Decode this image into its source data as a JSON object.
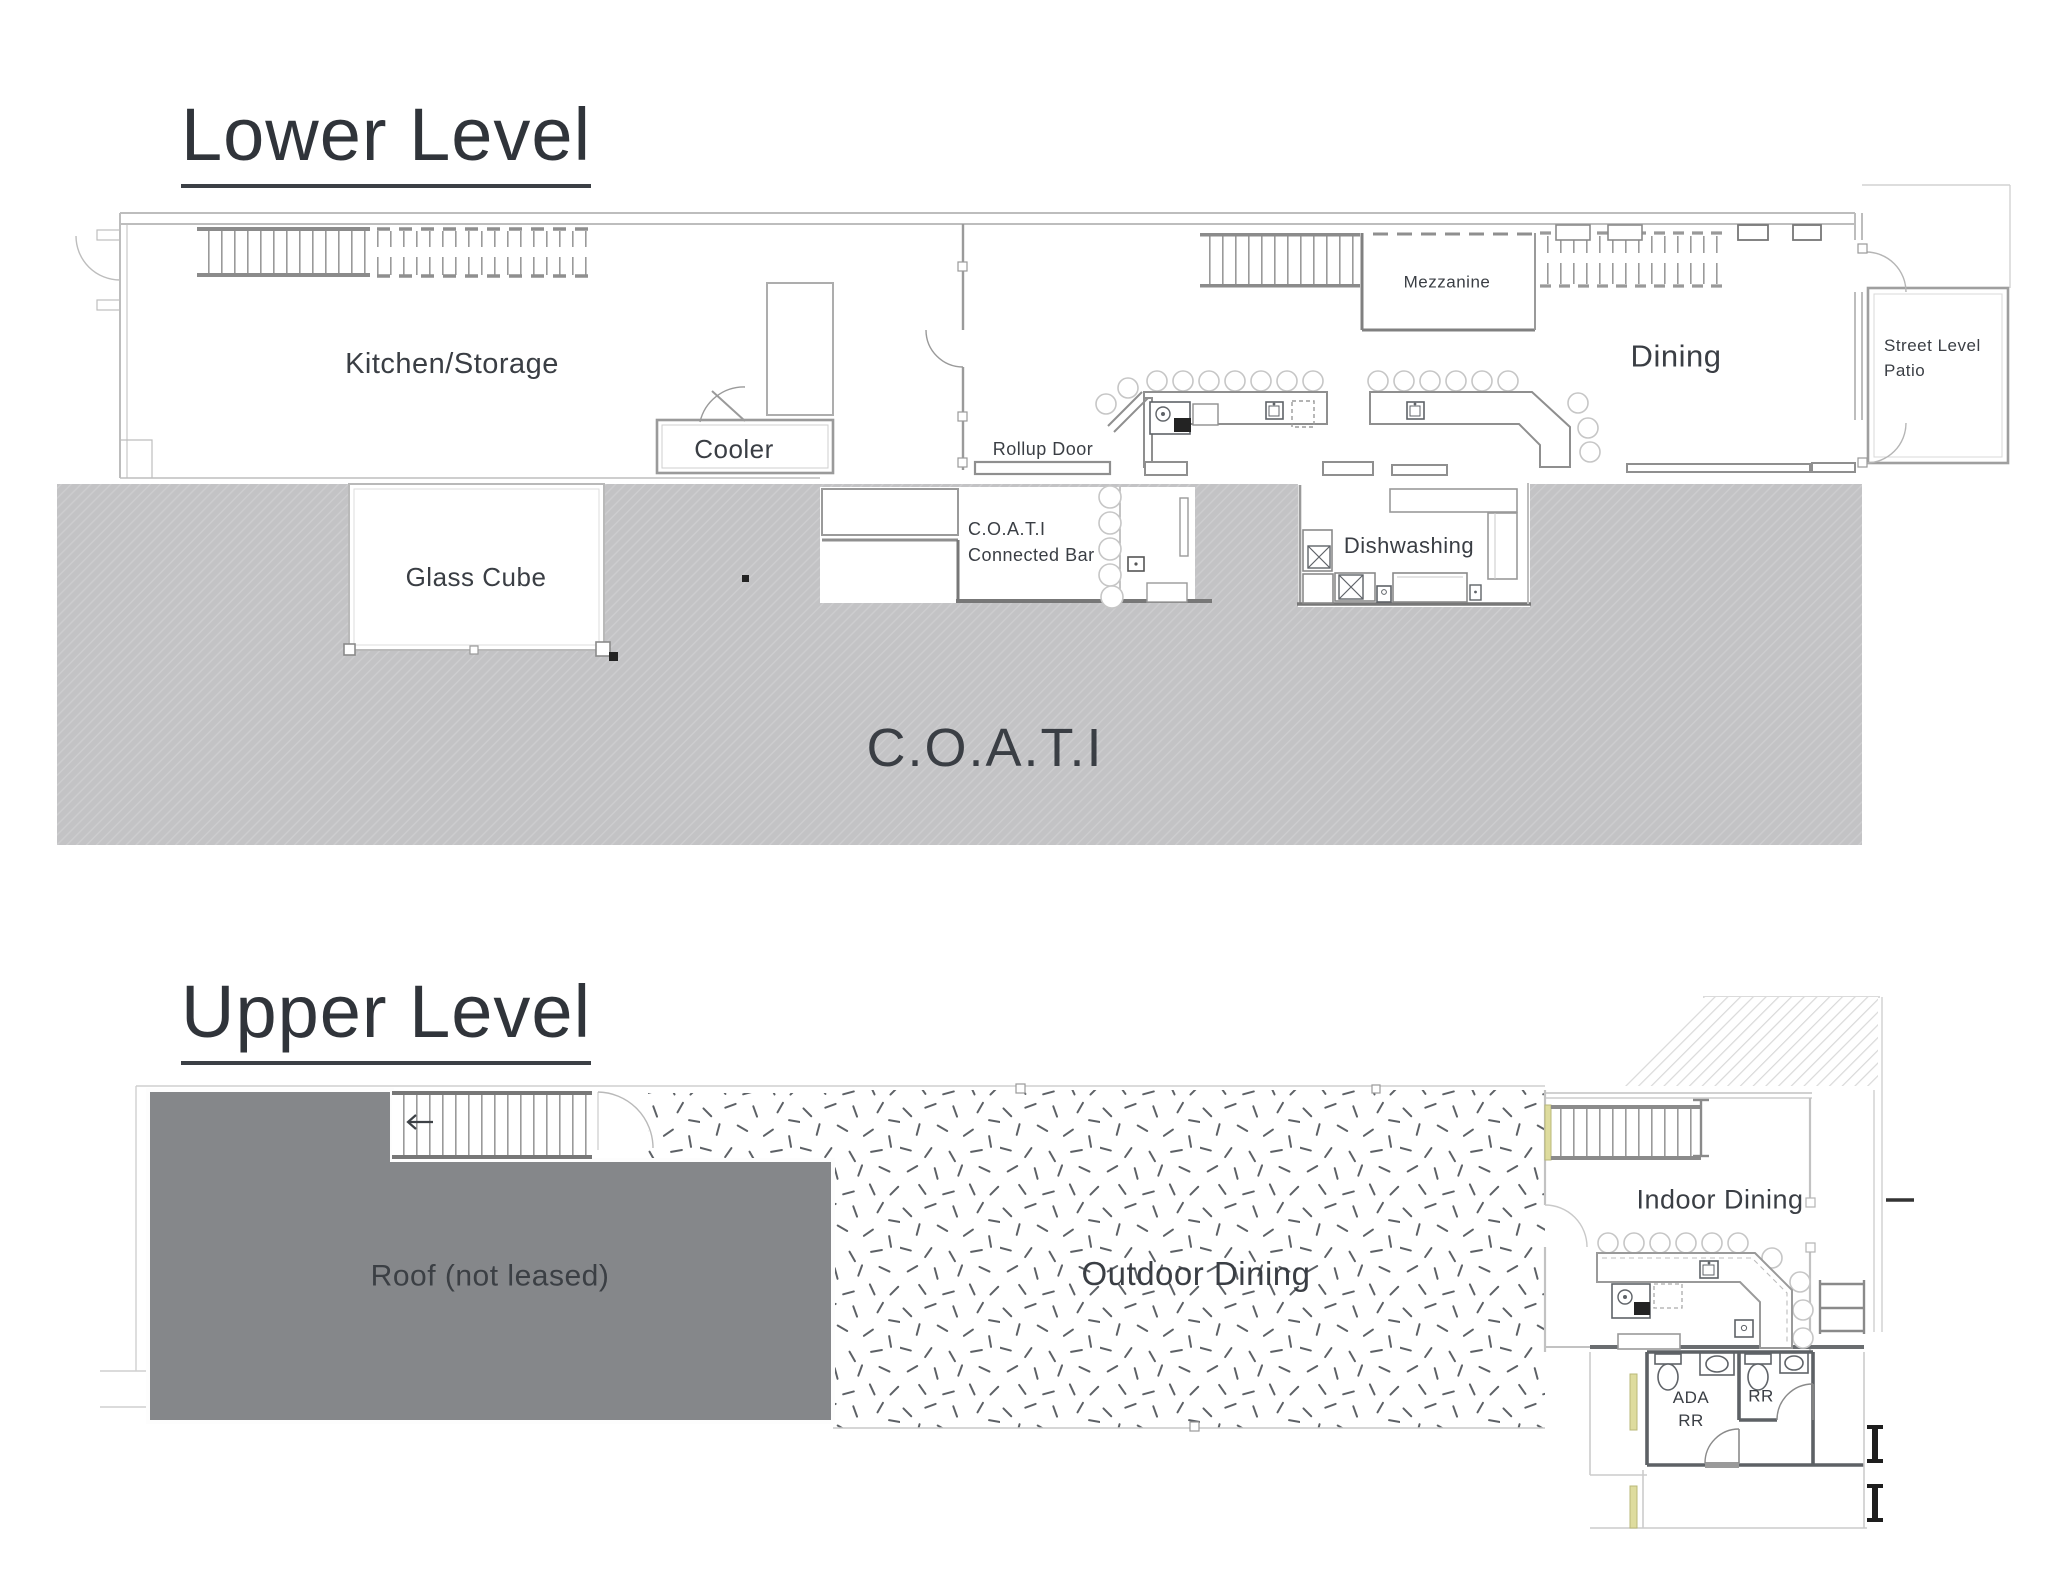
{
  "page": {
    "type": "architectural floor plan",
    "background": "#ffffff"
  },
  "colors": {
    "ink": "#3a3e44",
    "title_ink": "#30343a",
    "coati_area_fill": "#c3c3c5",
    "roof_fill": "#85878a",
    "wall_light": "#c4c4c4",
    "wall_mid": "#9a9a9a",
    "wall_dark": "#5d6165",
    "door_accent": "#dedc9e",
    "speckle": "#5d6166"
  },
  "lower_level": {
    "title": "Lower Level",
    "labels": {
      "kitchen_storage": "Kitchen/Storage",
      "cooler": "Cooler",
      "rollup_door": "Rollup Door",
      "glass_cube": "Glass Cube",
      "connected_bar_line1": "C.O.A.T.I",
      "connected_bar_line2": "Connected Bar",
      "dishwashing": "Dishwashing",
      "mezzanine": "Mezzanine",
      "dining": "Dining",
      "street_patio_line1": "Street Level",
      "street_patio_line2": "Patio",
      "coati_area": "C.O.A.T.I"
    }
  },
  "upper_level": {
    "title": "Upper Level",
    "labels": {
      "roof": "Roof (not leased)",
      "outdoor_dining": "Outdoor Dining",
      "indoor_dining": "Indoor Dining",
      "ada_rr_line1": "ADA",
      "ada_rr_line2": "RR",
      "rr": "RR"
    }
  }
}
